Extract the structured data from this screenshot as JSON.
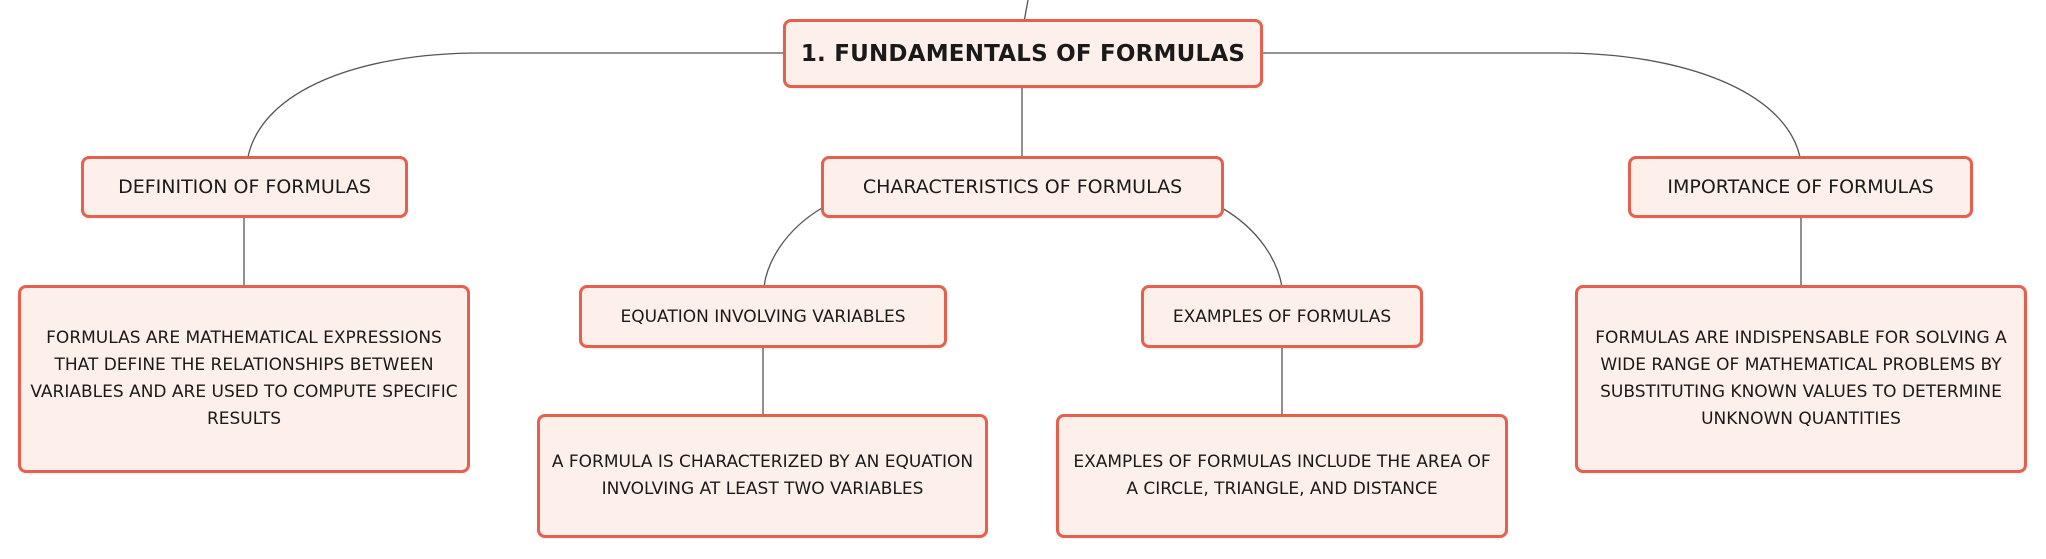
{
  "root": {
    "label": "1. FUNDAMENTALS OF FORMULAS"
  },
  "branches": {
    "definition": {
      "label": "DEFINITION OF FORMULAS",
      "detail": "FORMULAS ARE MATHEMATICAL EXPRESSIONS THAT DEFINE THE RELATIONSHIPS BETWEEN VARIABLES AND ARE USED TO COMPUTE SPECIFIC RESULTS"
    },
    "characteristics": {
      "label": "CHARACTERISTICS OF FORMULAS",
      "children": {
        "equation": {
          "label": "EQUATION INVOLVING VARIABLES",
          "detail": "A FORMULA IS CHARACTERIZED BY AN EQUATION INVOLVING AT LEAST TWO VARIABLES"
        },
        "examples": {
          "label": "EXAMPLES OF FORMULAS",
          "detail": "EXAMPLES OF FORMULAS INCLUDE THE AREA OF A CIRCLE, TRIANGLE, AND DISTANCE"
        }
      }
    },
    "importance": {
      "label": "IMPORTANCE OF FORMULAS",
      "detail": "FORMULAS ARE INDISPENSABLE FOR SOLVING A WIDE RANGE OF MATHEMATICAL PROBLEMS BY SUBSTITUTING KNOWN VALUES TO DETERMINE UNKNOWN QUANTITIES"
    }
  },
  "colors": {
    "node_border": "#e5604f",
    "node_fill": "#fdefe9",
    "connector": "#555555",
    "text": "#1a1a1a"
  }
}
